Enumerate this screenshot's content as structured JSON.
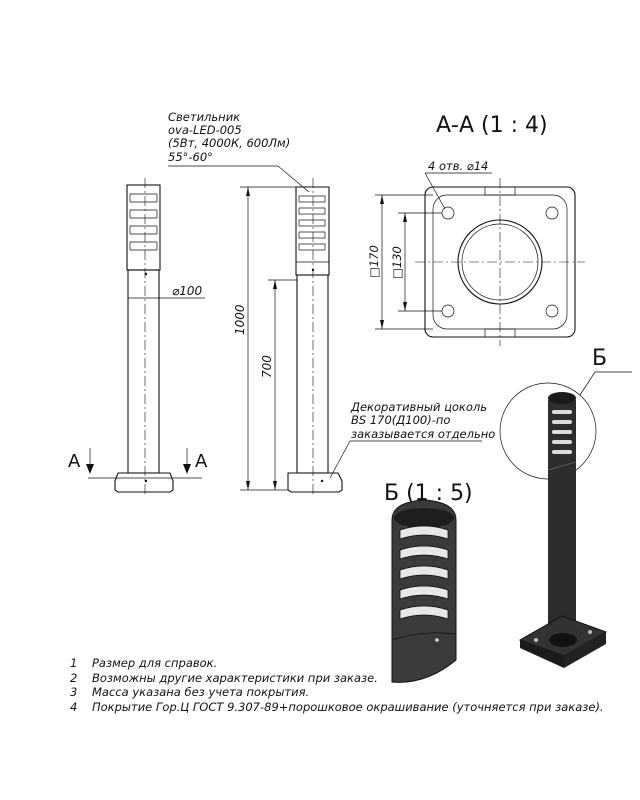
{
  "callouts": {
    "luminaire": [
      "Светильник",
      "ova-LED-005",
      "(5Вт, 4000К, 600Лм)",
      "55°-60°"
    ],
    "base": [
      "Декоративный цоколь",
      "BS 170(Д100)-по",
      "заказывается отдельно"
    ]
  },
  "views": {
    "section_title": "А-А (1 : 4)",
    "detail_title": "Б (1 : 5)",
    "detail_mark": "Б",
    "section_mark": "А"
  },
  "dimensions": {
    "diameter": "⌀100",
    "total_height": "1000",
    "lower_height": "700",
    "holes": "4 отв. ⌀14",
    "square_outer": "□170",
    "square_inner": "□130"
  },
  "notes": [
    {
      "num": "1",
      "text": "Размер для справок."
    },
    {
      "num": "2",
      "text": "Возможны другие характеристики при заказе."
    },
    {
      "num": "3",
      "text": "Масса указана без учета покрытия."
    },
    {
      "num": "4",
      "text": "Покрытие Гор.Ц ГОСТ 9.307-89+порошковое окрашивание (уточняется при заказе)."
    }
  ]
}
